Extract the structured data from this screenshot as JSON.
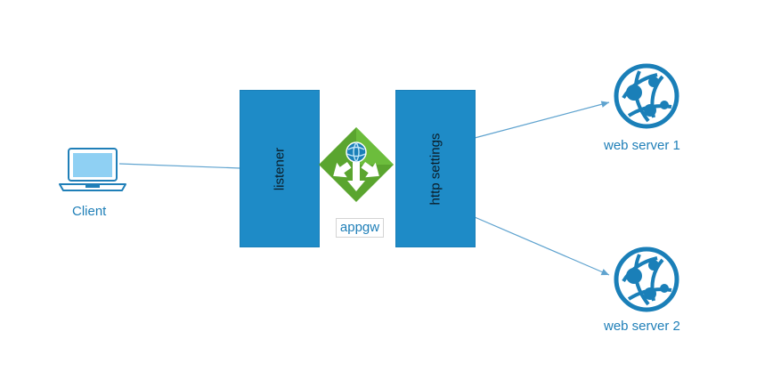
{
  "diagram": {
    "nodes": {
      "client": {
        "label": "Client",
        "icon": "laptop-icon"
      },
      "listener": {
        "label": "listener"
      },
      "appgw": {
        "label": "appgw",
        "icon": "application-gateway-icon"
      },
      "http_settings": {
        "label": "http settings"
      },
      "web_server_1": {
        "label": "web server 1",
        "icon": "web-app-globe-icon"
      },
      "web_server_2": {
        "label": "web server 2",
        "icon": "web-app-globe-icon"
      }
    },
    "edges": [
      {
        "from": "client",
        "to": "listener"
      },
      {
        "from": "http_settings",
        "to": "web_server_1"
      },
      {
        "from": "http_settings",
        "to": "web_server_2"
      }
    ],
    "colors": {
      "box_fill": "#1e8bc7",
      "label_text": "#1f7fb8",
      "connector": "#5fa3cf",
      "gateway_green": "#5aa52f",
      "globe_blue": "#1a7fb8"
    }
  }
}
